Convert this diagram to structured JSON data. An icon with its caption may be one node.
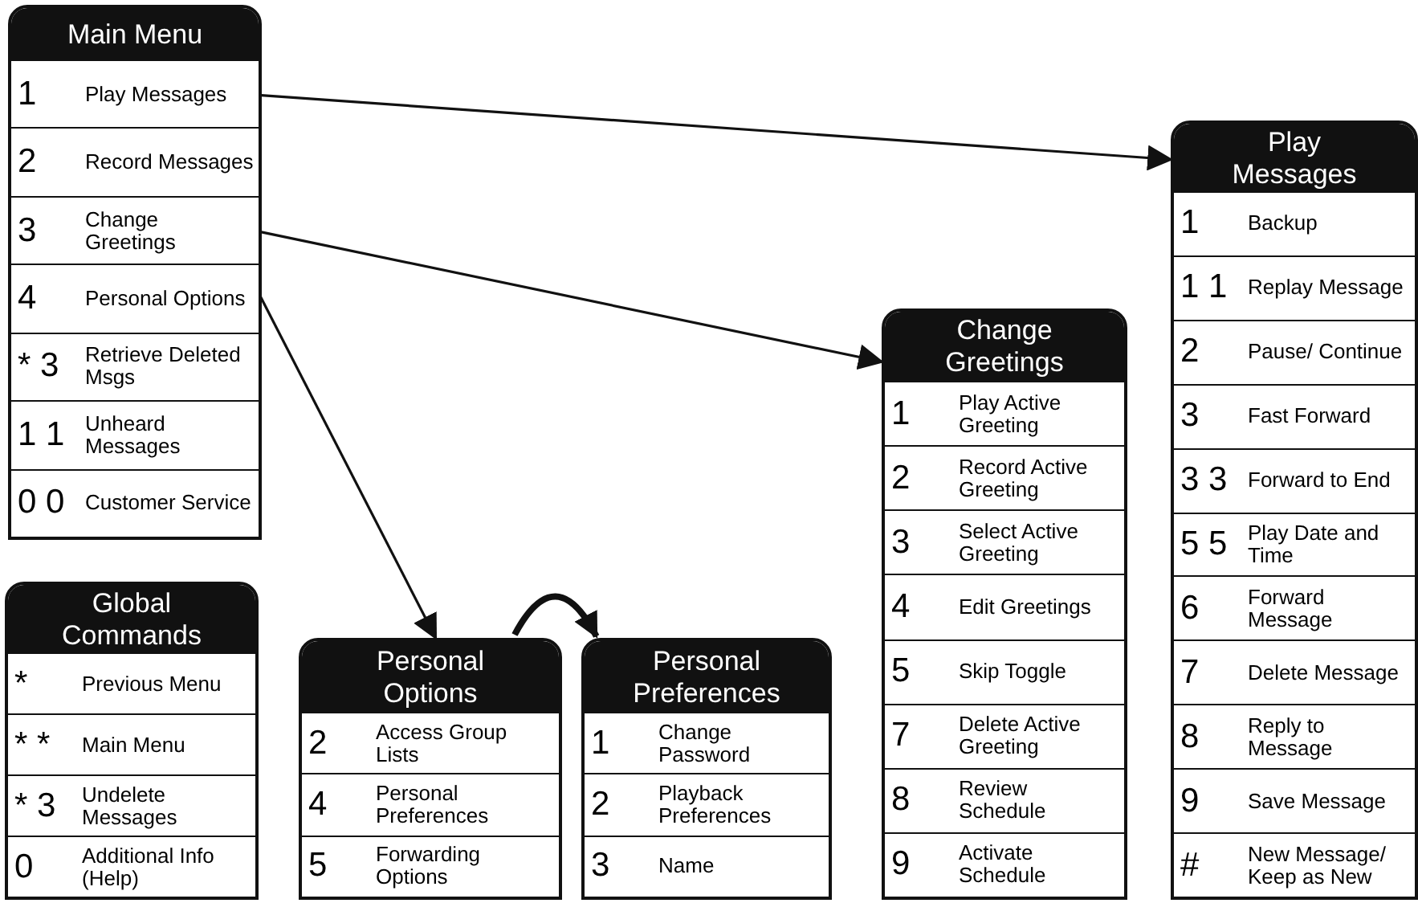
{
  "diagram": {
    "nodes": [
      {
        "text": [
          "Main Menu"
        ]
      },
      {
        "text": [
          "1",
          "Play Messages"
        ],
        "in": 0
      },
      {
        "text": [
          "2",
          "Record Messages"
        ],
        "in": 0
      },
      {
        "text": [
          "3",
          "Change Greetings"
        ],
        "in": 0
      },
      {
        "text": [
          "4",
          "Personal Options"
        ],
        "in": 0
      },
      {
        "text": [
          "* 3",
          "Retrieve Deleted Msgs"
        ],
        "in": 0
      },
      {
        "text": [
          "1 1",
          "Unheard Messages"
        ],
        "in": 0
      },
      {
        "text": [
          "0 0",
          "Customer Service"
        ],
        "in": 0
      },
      {
        "text": [
          "Global Commands"
        ]
      },
      {
        "text": [
          "*",
          "Previous Menu"
        ],
        "in": 8
      },
      {
        "text": [
          "* *",
          "Main Menu"
        ],
        "in": 8
      },
      {
        "text": [
          "* 3",
          "Undelete Messages"
        ],
        "in": 8
      },
      {
        "text": [
          "0",
          "Additional Info (Help)"
        ],
        "in": 8
      },
      {
        "text": [
          "Personal Options"
        ]
      },
      {
        "text": [
          "2",
          "Access Group Lists"
        ],
        "in": 13
      },
      {
        "text": [
          "4",
          "Personal Preferences"
        ],
        "in": 13
      },
      {
        "text": [
          "5",
          "Forwarding Options"
        ],
        "in": 13
      },
      {
        "text": [
          "Personal Preferences"
        ]
      },
      {
        "text": [
          "1",
          "Change Password"
        ],
        "in": 17
      },
      {
        "text": [
          "2",
          "Playback Preferences"
        ],
        "in": 17
      },
      {
        "text": [
          "3",
          "Name"
        ],
        "in": 17
      },
      {
        "text": [
          "Change Greetings"
        ]
      },
      {
        "text": [
          "1",
          "Play Active Greeting"
        ],
        "in": 21
      },
      {
        "text": [
          "2",
          "Record Active Greeting"
        ],
        "in": 21
      },
      {
        "text": [
          "3",
          "Select Active Greeting"
        ],
        "in": 21
      },
      {
        "text": [
          "4",
          "Edit Greetings"
        ],
        "in": 21
      },
      {
        "text": [
          "5",
          "Skip Toggle"
        ],
        "in": 21
      },
      {
        "text": [
          "7",
          "Delete Active Greeting"
        ],
        "in": 21
      },
      {
        "text": [
          "8",
          "Review Schedule"
        ],
        "in": 21
      },
      {
        "text": [
          "9",
          "Activate Schedule"
        ],
        "in": 21
      },
      {
        "text": [
          "Play Messages"
        ]
      },
      {
        "text": [
          "1",
          "Backup"
        ],
        "in": 30
      },
      {
        "text": [
          "1 1",
          "Replay Message"
        ],
        "in": 30
      },
      {
        "text": [
          "2",
          "Pause/ Continue"
        ],
        "in": 30
      },
      {
        "text": [
          "3",
          "Fast Forward"
        ],
        "in": 30
      },
      {
        "text": [
          "3 3",
          "Forward to End"
        ],
        "in": 30
      },
      {
        "text": [
          "5 5",
          "Play Date and Time"
        ],
        "in": 30
      },
      {
        "text": [
          "6",
          "Forward Message"
        ],
        "in": 30
      },
      {
        "text": [
          "7",
          "Delete Message"
        ],
        "in": 30
      },
      {
        "text": [
          "8",
          "Reply to Message"
        ],
        "in": 30
      },
      {
        "text": [
          "9",
          "Save Message"
        ],
        "in": 30
      },
      {
        "text": [
          "#",
          "New Message/ Keep as New"
        ],
        "in": 30
      }
    ],
    "edges": [
      {
        "from": 1,
        "to": 30,
        "arrow": "to"
      },
      {
        "from": 3,
        "to": 21,
        "arrow": "to"
      },
      {
        "from": 4,
        "to": 13,
        "arrow": "to"
      },
      {
        "from": 13,
        "to": 17,
        "arrow": "to",
        "style": "thick"
      }
    ]
  }
}
